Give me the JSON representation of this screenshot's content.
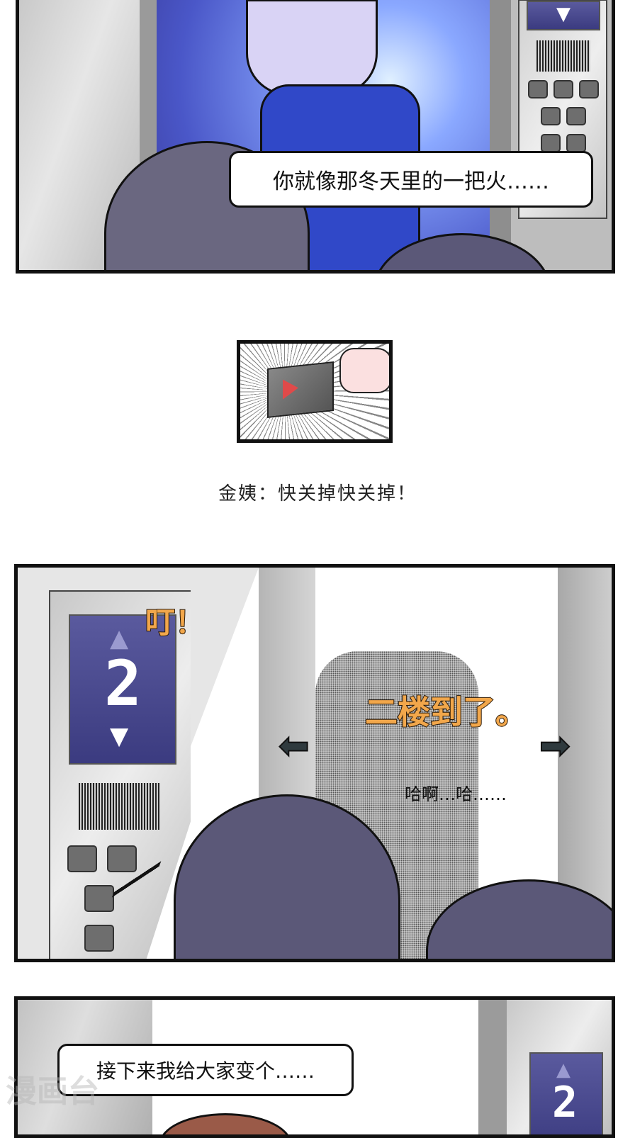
{
  "comic": {
    "panel1": {
      "speech": "你就像那冬天里的一把火……"
    },
    "panel2": {
      "caption": "金姨：快关掉快关掉！",
      "button_icon": "close-door-triangle-icon"
    },
    "panel3": {
      "sfx_ding": "叮！",
      "floor_number": "2",
      "sfx_arrival": "二楼到了。",
      "panting": "哈啊…哈……",
      "sfx_color": "#f2a74b",
      "display_color": "#46468a"
    },
    "panel4": {
      "speech": "接下来我给大家变个……",
      "floor_number": "2"
    },
    "watermark": "漫画台"
  }
}
